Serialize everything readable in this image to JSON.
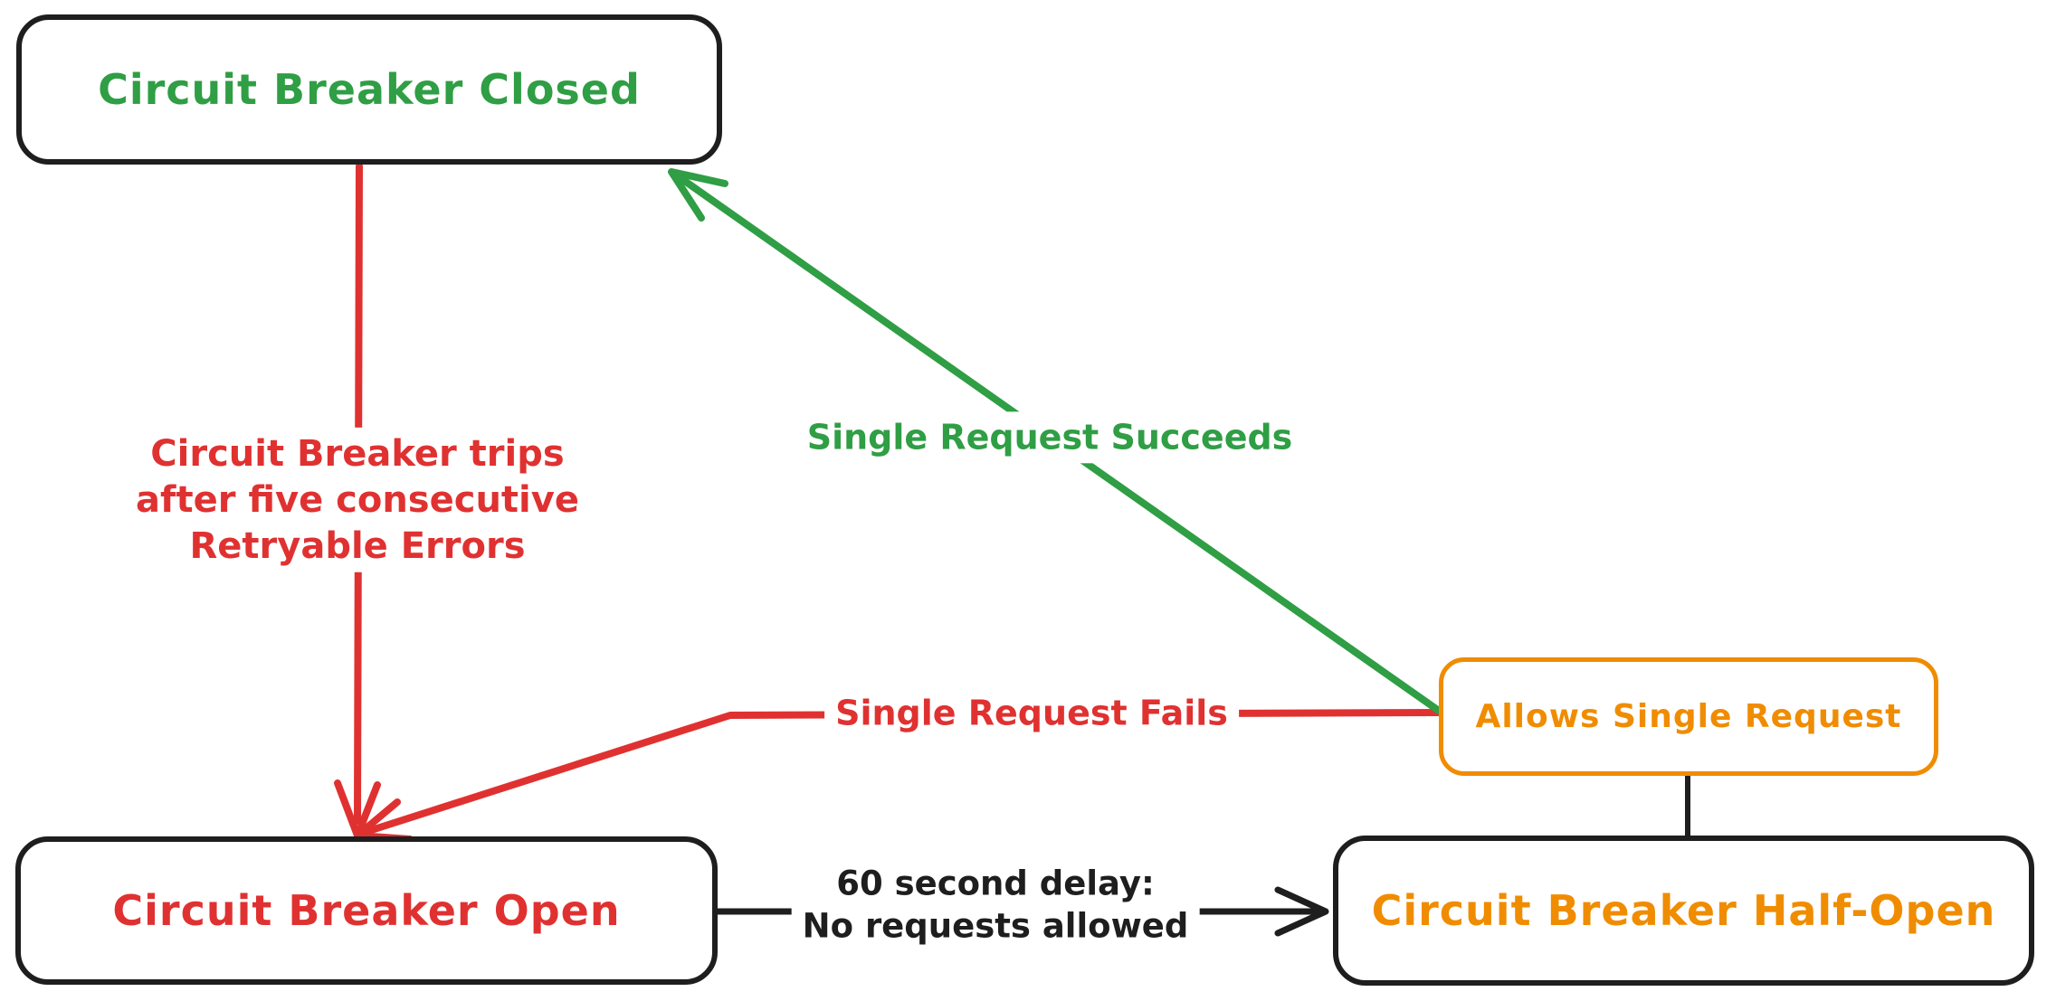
{
  "colors": {
    "black": "#1e1e1e",
    "red": "#e03131",
    "green": "#2f9e44",
    "orange": "#f08c00",
    "background": "#ffffff"
  },
  "nodes": {
    "closed": {
      "label": "Circuit Breaker Closed"
    },
    "open": {
      "label": "Circuit Breaker Open"
    },
    "half_open": {
      "label": "Circuit Breaker Half-Open"
    },
    "allows": {
      "label": "Allows Single Request"
    }
  },
  "edges": {
    "trip": {
      "from": "closed",
      "to": "open",
      "color": "red",
      "label_lines": [
        "Circuit Breaker trips",
        "after five consecutive",
        "Retryable Errors"
      ]
    },
    "succeed": {
      "from": "allows",
      "to": "closed",
      "color": "green",
      "label": "Single Request Succeeds"
    },
    "fail": {
      "from": "allows",
      "to": "open",
      "color": "red",
      "label": "Single Request Fails"
    },
    "delay": {
      "from": "open",
      "to": "half_open",
      "color": "black",
      "label_lines": [
        "60 second delay:",
        "No requests allowed"
      ]
    },
    "probe": {
      "from": "allows",
      "to": "half_open",
      "color": "black",
      "label": ""
    }
  }
}
